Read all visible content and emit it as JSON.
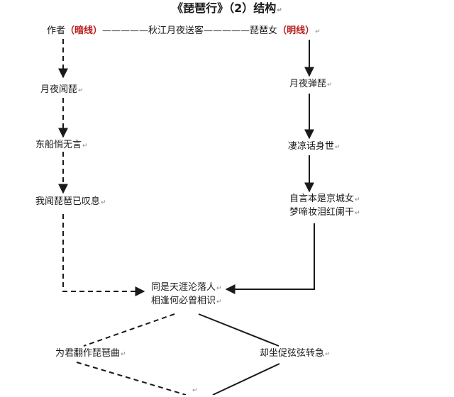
{
  "title": "《琵琶行》（2）结构",
  "paragraph_mark": "↵",
  "top_row": {
    "left_name": "作者",
    "left_tag": "（暗线）",
    "center": "—————秋江月夜送客—————",
    "right_name": "琵琶女",
    "right_tag": "（明线）"
  },
  "left_branch": [
    "月夜闻琵",
    "东船悄无言",
    "我闻琵琶已叹息"
  ],
  "right_branch": [
    "月夜弹琵",
    "凄凉话身世",
    "自言本是京城女",
    "梦啼妆泪红阑干"
  ],
  "merge": [
    "同是天涯沦落人",
    "相逢何必曾相识"
  ],
  "lower_left": "为君翻作琵琶曲",
  "lower_right": "却坐促弦弦转急",
  "colors": {
    "line": "#1a1a1a",
    "accent": "#b81c1c"
  }
}
